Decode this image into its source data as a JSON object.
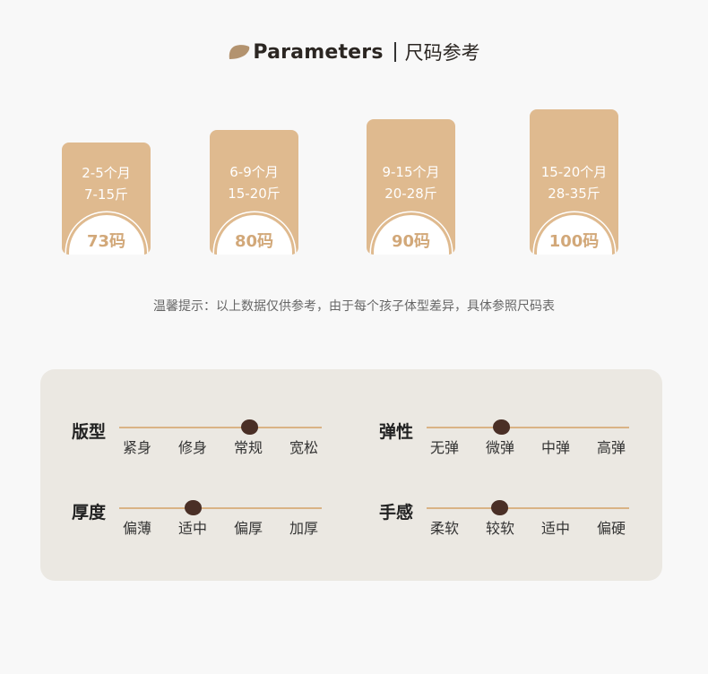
{
  "header": {
    "title_en": "Parameters",
    "title_cn": "尺码参考",
    "brush_icon": "brush-stroke-icon"
  },
  "sizes": [
    {
      "age": "2-5个月",
      "weight": "7-15斤",
      "size": "73码"
    },
    {
      "age": "6-9个月",
      "weight": "15-20斤",
      "size": "80码"
    },
    {
      "age": "9-15个月",
      "weight": "20-28斤",
      "size": "90码"
    },
    {
      "age": "15-20个月",
      "weight": "28-35斤",
      "size": "100码"
    }
  ],
  "tip": "温馨提示：以上数据仅供参考，由于每个孩子体型差异，具体参照尺码表",
  "attributes": [
    {
      "label": "版型",
      "options": [
        "紧身",
        "修身",
        "常规",
        "宽松"
      ],
      "selected": "常规"
    },
    {
      "label": "弹性",
      "options": [
        "无弹",
        "微弹",
        "中弹",
        "高弹"
      ],
      "selected": "微弹"
    },
    {
      "label": "厚度",
      "options": [
        "偏薄",
        "适中",
        "偏厚",
        "加厚"
      ],
      "selected": "适中"
    },
    {
      "label": "手感",
      "options": [
        "柔软",
        "较软",
        "适中",
        "偏硬"
      ],
      "selected": "较软"
    }
  ],
  "colors": {
    "card": "#dfba8f",
    "size_text": "#d2a879",
    "dot": "#4a2f26",
    "panel": "#ebe8e2",
    "track": "#d9b385"
  }
}
